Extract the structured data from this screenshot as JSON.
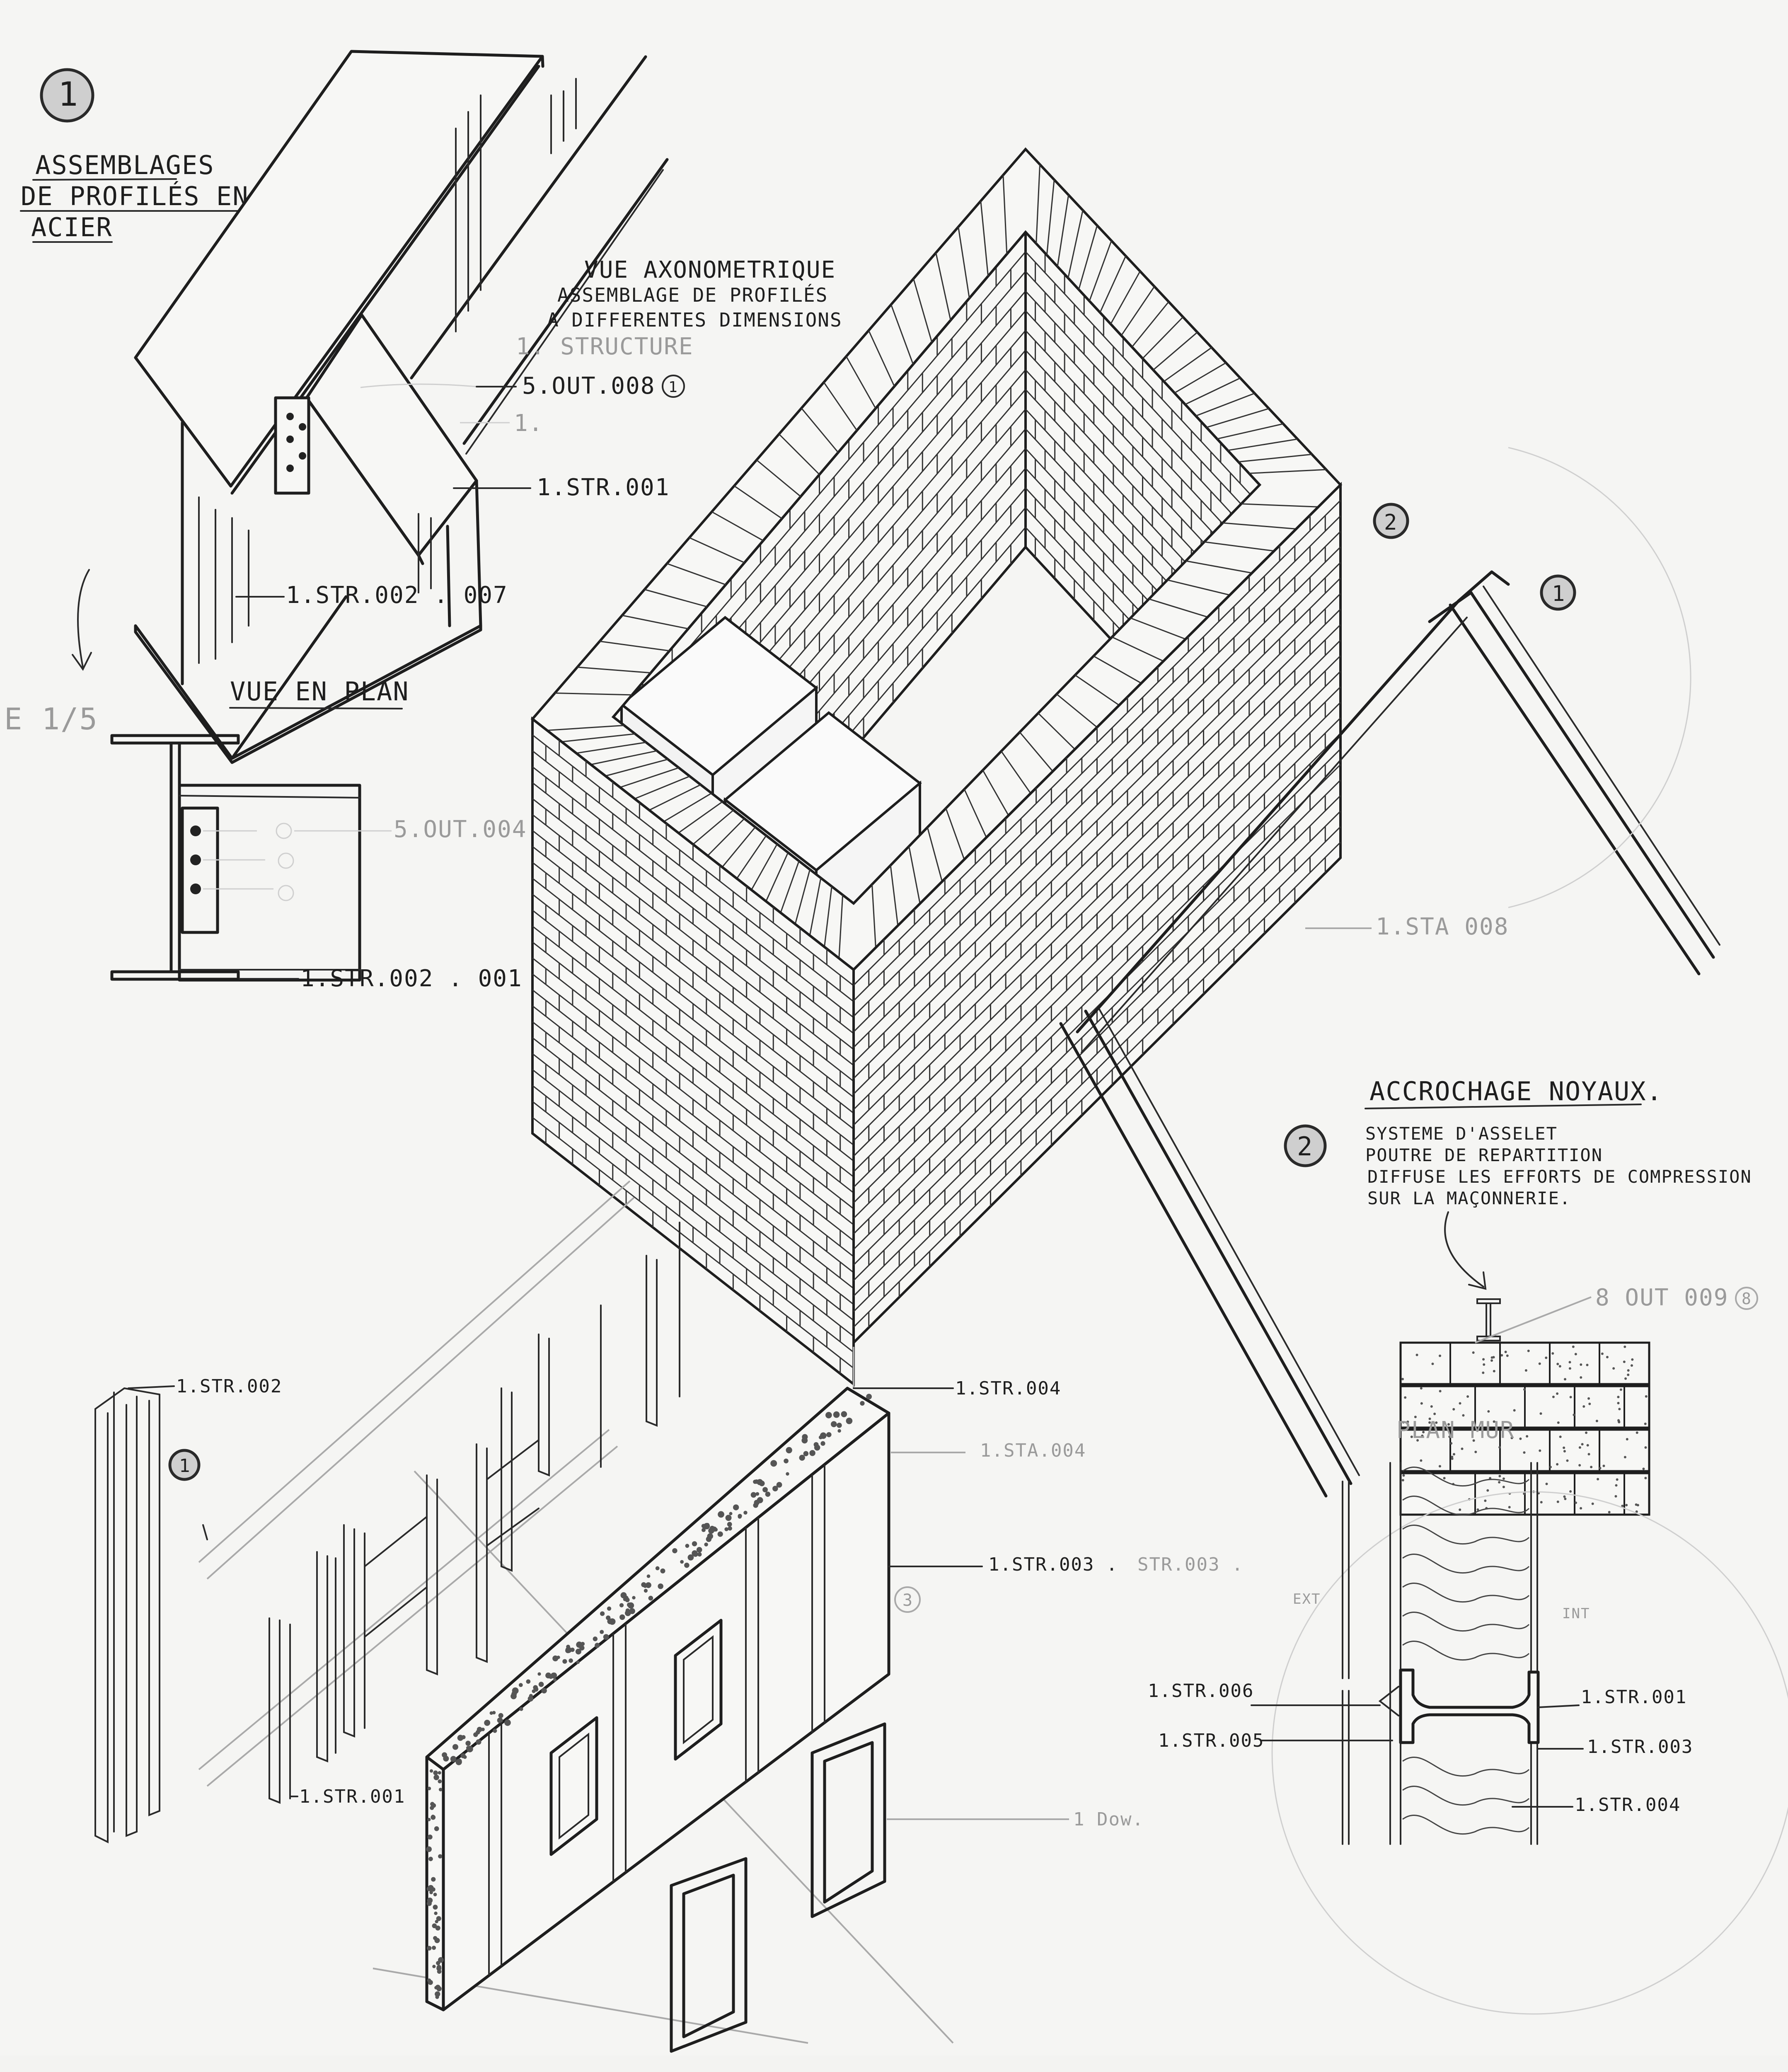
{
  "detail_1": {
    "callout_number": "1",
    "title_lines": [
      "ASSEMBLAGES",
      "DE PROFILÉS EN",
      "ACIER"
    ],
    "subtitle_lines": [
      "VUE AXONOMETRIQUE",
      "ASSEMBLAGE DE PROFILÉS",
      "A DIFFERENTES DIMENSIONS"
    ],
    "label_out_008": "5.OUT.008",
    "label_out_008_ref": "1",
    "label_faint_structure": "1. STRUCTURE",
    "label_faint_1": "1.",
    "label_str_001": "1.STR.001",
    "label_str_002": "1.STR.002 . 007"
  },
  "plan_view": {
    "title": "VUE EN PLAN",
    "scale": "E 1/5",
    "label_out_004": "5.OUT.004.",
    "label_str": "1.STR.002 . 001"
  },
  "tower": {
    "callout_2": "2",
    "callout_1": "1",
    "label_sta_008": "1.STA 008"
  },
  "detail_2": {
    "callout_number": "2",
    "title": "ACCROCHAGE NOYAUX.",
    "text_lines": [
      "SYSTEME D'ASSELET",
      "POUTRE DE REPARTITION",
      "DIFFUSE LES EFFORTS DE COMPRESSION",
      "SUR LA MAÇONNERIE."
    ],
    "label_out_009": "8 OUT 009",
    "label_out_009_ref": "8"
  },
  "exploded": {
    "label_str_002": "1.STR.002",
    "callout_1": "1",
    "label_str_001": "1.STR.001",
    "label_str_004": "1.STR.004",
    "label_sta_004": "1.STA.004",
    "label_str_003": "1.STR.003 .",
    "label_str_003_faint": "STR.003 .",
    "callout_3": "3",
    "label_dow": "1 Dow."
  },
  "plan_mur": {
    "title": "PLAN MUR",
    "ext": "EXT",
    "int": "INT",
    "label_str_006": "1.STR.006",
    "label_str_005": "1.STR.005",
    "label_str_001": "1.STR.001",
    "label_str_003": "1.STR.003",
    "label_str_004": "1.STR.004"
  }
}
